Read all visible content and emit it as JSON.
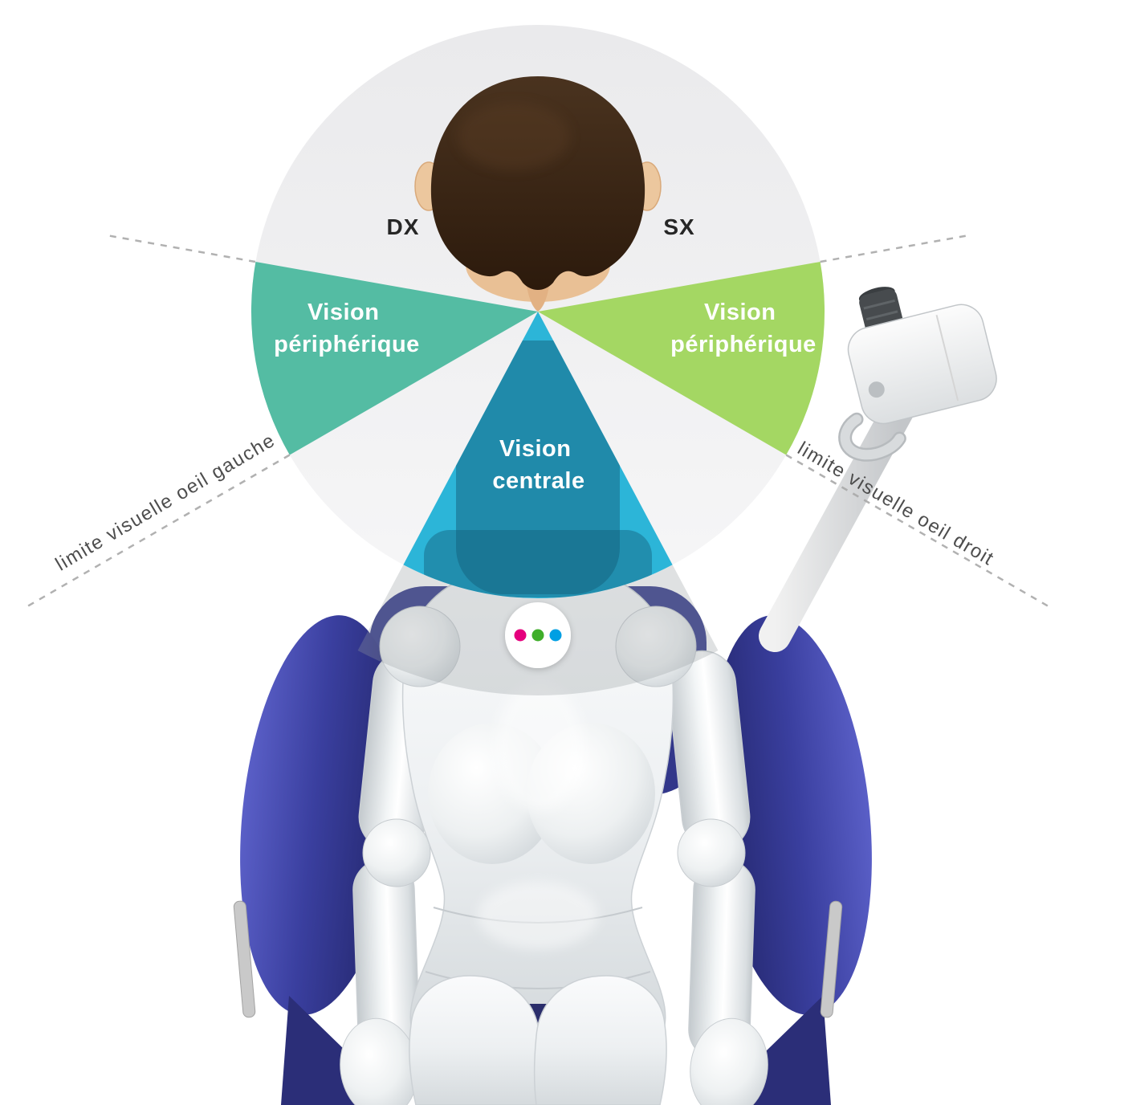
{
  "labels": {
    "dx": "DX",
    "sx": "SX",
    "peripheral_left_line1": "Vision",
    "peripheral_left_line2": "périphérique",
    "peripheral_right_line1": "Vision",
    "peripheral_right_line2": "périphérique",
    "central_line1": "Vision",
    "central_line2": "centrale",
    "limit_left": "limite visuelle oeil gauche",
    "limit_right": "limite visuelle oeil droit"
  },
  "colors": {
    "peripheral_left": "#54bca3",
    "peripheral_right": "#a4d763",
    "central": "#2cb5d8",
    "field_background": "#efefef",
    "chair": "#32378a",
    "dashed_line": "#a8a8a8",
    "badge_magenta": "#e5007d",
    "badge_green": "#3fae2a",
    "badge_cyan": "#009fe3"
  }
}
